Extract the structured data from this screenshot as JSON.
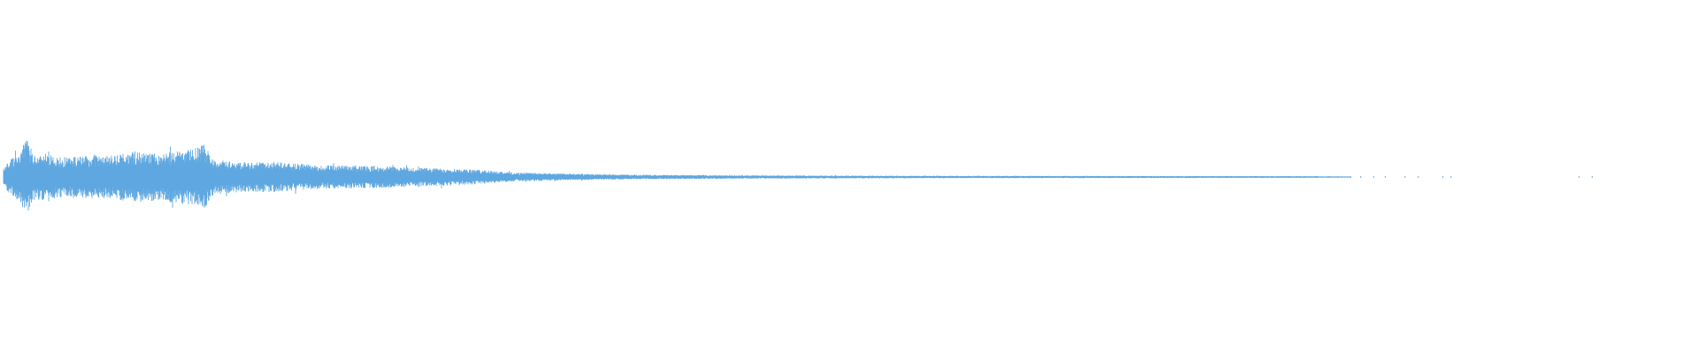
{
  "waveform": {
    "color": "#5ea7e0",
    "background": "#ffffff",
    "amplitude_envelope": [
      [
        0.0,
        0.2
      ],
      [
        0.004,
        0.42
      ],
      [
        0.01,
        0.58
      ],
      [
        0.014,
        0.92
      ],
      [
        0.018,
        0.55
      ],
      [
        0.025,
        0.55
      ],
      [
        0.035,
        0.48
      ],
      [
        0.05,
        0.5
      ],
      [
        0.065,
        0.5
      ],
      [
        0.08,
        0.6
      ],
      [
        0.095,
        0.55
      ],
      [
        0.105,
        0.62
      ],
      [
        0.115,
        0.65
      ],
      [
        0.122,
        0.78
      ],
      [
        0.128,
        0.42
      ],
      [
        0.145,
        0.35
      ],
      [
        0.16,
        0.36
      ],
      [
        0.175,
        0.33
      ],
      [
        0.19,
        0.28
      ],
      [
        0.21,
        0.27
      ],
      [
        0.23,
        0.26
      ],
      [
        0.25,
        0.22
      ],
      [
        0.27,
        0.21
      ],
      [
        0.29,
        0.17
      ],
      [
        0.31,
        0.11
      ],
      [
        0.33,
        0.09
      ],
      [
        0.35,
        0.075
      ],
      [
        0.37,
        0.06
      ],
      [
        0.4,
        0.05
      ],
      [
        0.45,
        0.04
      ],
      [
        0.5,
        0.035
      ],
      [
        0.55,
        0.03
      ],
      [
        0.6,
        0.028
      ],
      [
        0.65,
        0.026
      ],
      [
        0.7,
        0.024
      ],
      [
        0.75,
        0.022
      ],
      [
        0.78,
        0.02
      ],
      [
        0.8,
        0.018
      ],
      [
        0.82,
        0.012
      ],
      [
        0.86,
        0.008
      ],
      [
        0.9,
        0.005
      ],
      [
        1.0,
        0.003
      ]
    ],
    "sparse_ticks": [
      0.782,
      0.787,
      0.792,
      0.8,
      0.807,
      0.812,
      0.82,
      0.826,
      0.834,
      0.841,
      0.853,
      0.861,
      0.876,
      0.881,
      0.959,
      0.967
    ]
  }
}
